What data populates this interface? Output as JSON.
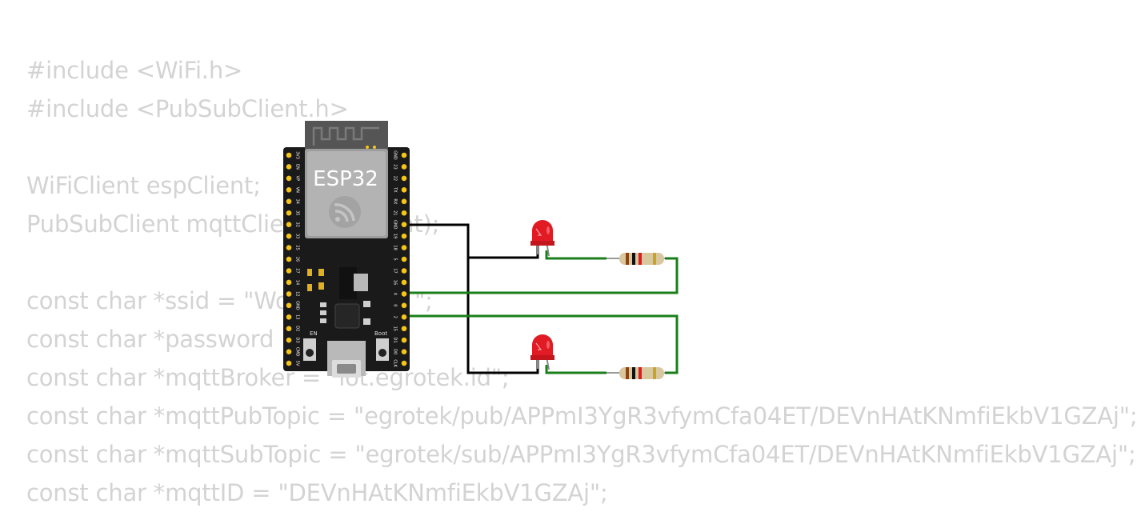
{
  "code_lines": [
    "#include <WiFi.h>",
    "#include <PubSubClient.h>",
    "",
    "WiFiClient espClient;",
    "PubSubClient mqttClient(espClient);",
    "",
    "const char *ssid = \"Wokwi-GUEST\";",
    "const char *password = \"\";",
    "const char *mqttBroker = \"iot.egrotek.id\";",
    "const char *mqttPubTopic = \"egrotek/pub/APPmI3YgR3vfymCfa04ET/DEVnHAtKNmfiEkbV1GZAj\";",
    "const char *mqttSubTopic = \"egrotek/sub/APPmI3YgR3vfymCfa04ET/DEVnHAtKNmfiEkbV1GZAj\";",
    "const char *mqttID = \"DEVnHAtKNmfiEkbV1GZAj\";"
  ],
  "board": {
    "label": "ESP32",
    "en_label": "EN",
    "boot_label": "Boot",
    "left_pins": [
      "3V3",
      "EN",
      "VP",
      "VN",
      "34",
      "35",
      "32",
      "33",
      "25",
      "26",
      "27",
      "14",
      "12",
      "GND",
      "13",
      "D2",
      "D3",
      "CMD",
      "5V"
    ],
    "right_pins": [
      "GND",
      "23",
      "22",
      "TX",
      "RX",
      "21",
      "GND",
      "19",
      "18",
      "5",
      "17",
      "16",
      "4",
      "0",
      "2",
      "15",
      "D1",
      "D0",
      "CLK"
    ]
  },
  "colors": {
    "code_text": "#d3d3d3",
    "board": "#1a1a1a",
    "module": "#b3b3b3",
    "pin": "#f5c518",
    "led_red": "#e01b24",
    "wire_black": "#000000",
    "wire_green": "#1a7f1a",
    "resistor_body": "#d9c89e"
  },
  "components": {
    "leds": [
      {
        "color": "red"
      },
      {
        "color": "red"
      }
    ],
    "resistors": [
      {
        "bands": [
          "brown",
          "black",
          "red",
          "gold"
        ]
      },
      {
        "bands": [
          "brown",
          "black",
          "red",
          "gold"
        ]
      }
    ],
    "icon": "espressif-logo-icon"
  }
}
